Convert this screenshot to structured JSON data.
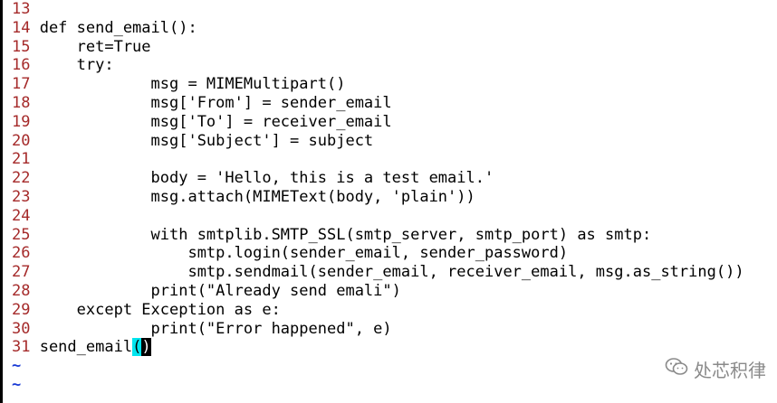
{
  "editor": {
    "lines": [
      {
        "num": "13",
        "text": ""
      },
      {
        "num": "14",
        "text": "def send_email():"
      },
      {
        "num": "15",
        "text": "    ret=True"
      },
      {
        "num": "16",
        "text": "    try:"
      },
      {
        "num": "17",
        "text": "            msg = MIMEMultipart()"
      },
      {
        "num": "18",
        "text": "            msg['From'] = sender_email"
      },
      {
        "num": "19",
        "text": "            msg['To'] = receiver_email"
      },
      {
        "num": "20",
        "text": "            msg['Subject'] = subject"
      },
      {
        "num": "21",
        "text": ""
      },
      {
        "num": "22",
        "text": "            body = 'Hello, this is a test email.'"
      },
      {
        "num": "23",
        "text": "            msg.attach(MIMEText(body, 'plain'))"
      },
      {
        "num": "24",
        "text": ""
      },
      {
        "num": "25",
        "text": "            with smtplib.SMTP_SSL(smtp_server, smtp_port) as smtp:"
      },
      {
        "num": "26",
        "text": "                smtp.login(sender_email, sender_password)"
      },
      {
        "num": "27",
        "text": "                smtp.sendmail(sender_email, receiver_email, msg.as_string())"
      },
      {
        "num": "28",
        "text": "            print(\"Already send emali\")"
      },
      {
        "num": "29",
        "text": "    except Exception as e:"
      },
      {
        "num": "30",
        "text": "            print(\"Error happened\", e)"
      }
    ],
    "last_line": {
      "num": "31",
      "text_before": "send_email",
      "paren_open": "(",
      "paren_close": ")"
    },
    "empty_markers": [
      "~",
      "~"
    ],
    "colors": {
      "line_number": "#a52a2a",
      "tilde": "#1a3bd6",
      "paren_highlight": "#00e5ee",
      "cursor": "#000000"
    }
  },
  "watermark": {
    "icon": "wechat-icon",
    "text": "处芯积律"
  }
}
